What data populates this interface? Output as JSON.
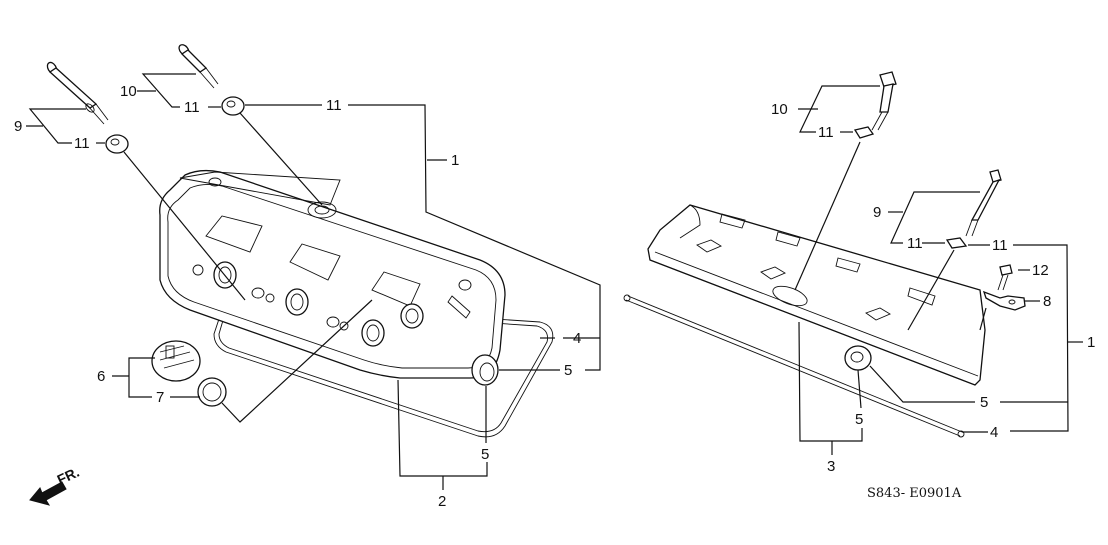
{
  "diagram": {
    "title": "Cylinder Head Cover parts diagram",
    "diagram_code": "S843- E0901A",
    "direction_indicator": "FR.",
    "left_assembly": {
      "callouts": [
        {
          "number": "9",
          "part": "bolt-long"
        },
        {
          "number": "10",
          "part": "bolt-short"
        },
        {
          "number": "11",
          "part": "washer"
        },
        {
          "number": "11",
          "part": "washer"
        },
        {
          "number": "11",
          "part": "washer"
        },
        {
          "number": "1",
          "part": "cylinder-head-cover-assembly"
        },
        {
          "number": "4",
          "part": "gasket"
        },
        {
          "number": "5",
          "part": "seal"
        },
        {
          "number": "5",
          "part": "seal"
        },
        {
          "number": "2",
          "part": "cover-front"
        },
        {
          "number": "6",
          "part": "oil-filler-cap"
        },
        {
          "number": "7",
          "part": "cap-seal"
        }
      ]
    },
    "right_assembly": {
      "callouts": [
        {
          "number": "10",
          "part": "bolt-short"
        },
        {
          "number": "11",
          "part": "washer"
        },
        {
          "number": "9",
          "part": "bolt-long"
        },
        {
          "number": "11",
          "part": "washer"
        },
        {
          "number": "11",
          "part": "washer"
        },
        {
          "number": "12",
          "part": "bolt"
        },
        {
          "number": "8",
          "part": "bracket"
        },
        {
          "number": "1",
          "part": "cylinder-head-cover-assembly"
        },
        {
          "number": "5",
          "part": "seal"
        },
        {
          "number": "5",
          "part": "seal"
        },
        {
          "number": "4",
          "part": "gasket"
        },
        {
          "number": "3",
          "part": "cover-rear"
        }
      ]
    }
  }
}
